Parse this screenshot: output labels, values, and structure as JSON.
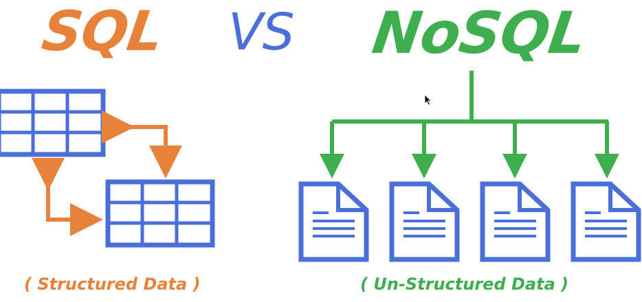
{
  "titles": {
    "sql": "SQL",
    "vs": "VS",
    "nosql": "NoSQL"
  },
  "captions": {
    "sql": "( Structured Data )",
    "nosql": "( Un-Structured Data )"
  },
  "colors": {
    "sql_orange": "#e8823a",
    "vs_blue": "#4a6fd8",
    "nosql_green": "#3fae4f",
    "table_blue": "#4a6fd8"
  },
  "icons": {
    "tables": "table-icon",
    "relation_arrows": "double-headed-elbow-arrow-icon",
    "documents": "document-icon",
    "tree_arrows": "branching-arrow-icon",
    "cursor": "mouse-pointer-icon"
  }
}
